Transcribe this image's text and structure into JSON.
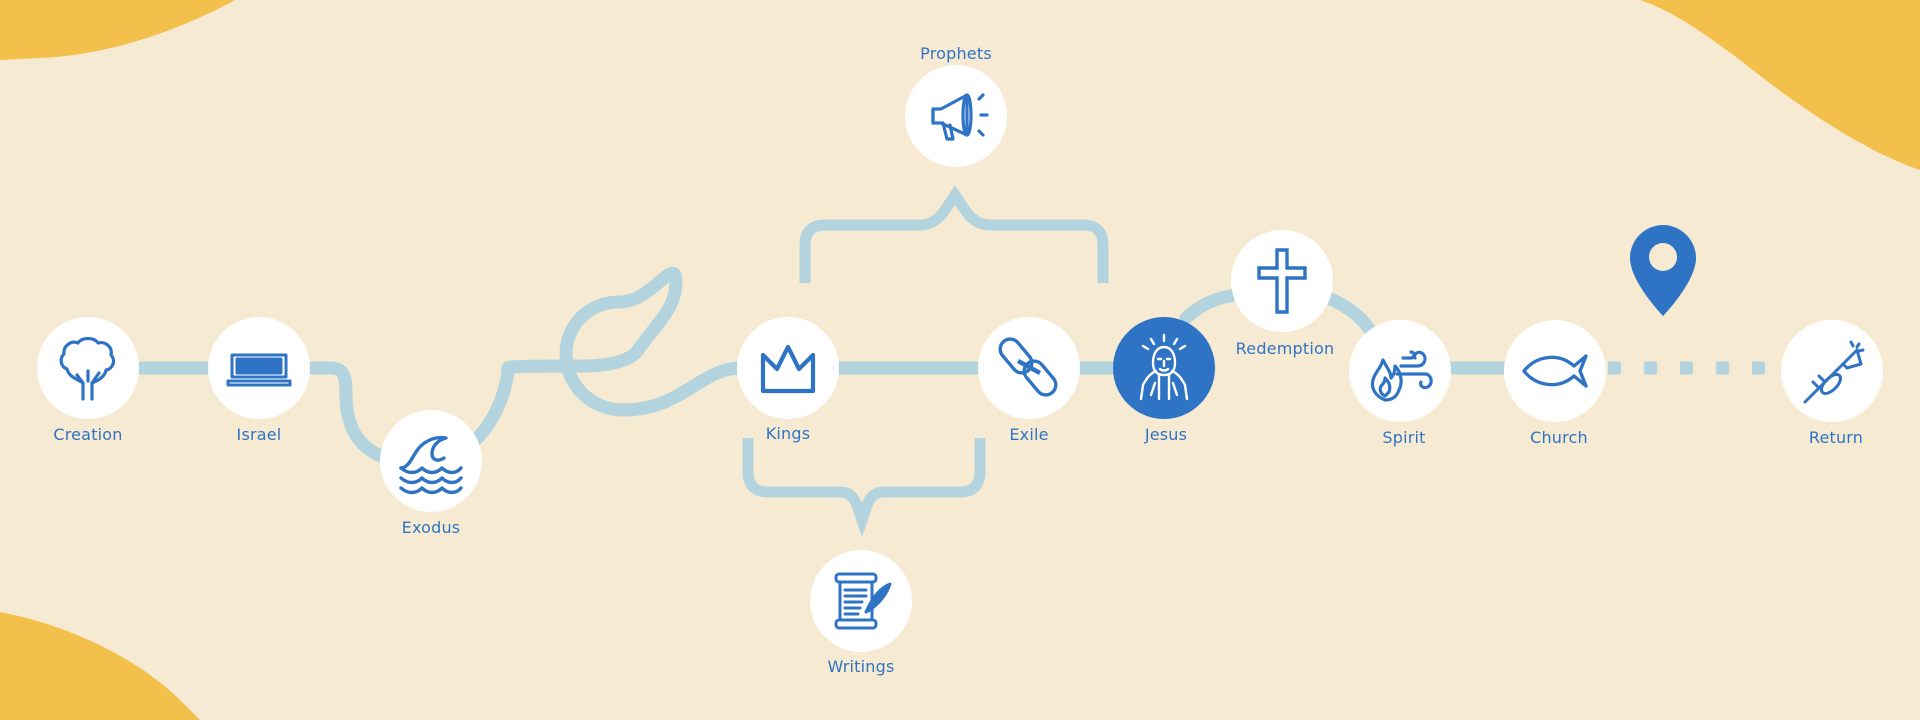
{
  "nodes": {
    "creation": {
      "label": "Creation",
      "icon": "tree-icon"
    },
    "israel": {
      "label": "Israel",
      "icon": "temple-icon"
    },
    "exodus": {
      "label": "Exodus",
      "icon": "waves-icon"
    },
    "kings": {
      "label": "Kings",
      "icon": "crown-icon"
    },
    "prophets": {
      "label": "Prophets",
      "icon": "megaphone-icon"
    },
    "writings": {
      "label": "Writings",
      "icon": "scroll-quill-icon"
    },
    "exile": {
      "label": "Exile",
      "icon": "chain-link-icon"
    },
    "jesus": {
      "label": "Jesus",
      "icon": "jesus-figure-icon"
    },
    "redemption": {
      "label": "Redemption",
      "icon": "cross-icon"
    },
    "spirit": {
      "label": "Spirit",
      "icon": "fire-wind-icon"
    },
    "church": {
      "label": "Church",
      "icon": "fish-icon"
    },
    "return": {
      "label": "Return",
      "icon": "trumpet-icon"
    }
  },
  "colors": {
    "background": "#f6ebd2",
    "accent_yellow": "#f4c04c",
    "path": "#b3d4de",
    "icon_blue": "#2f74c4",
    "node_fill": "#ffffff"
  },
  "markers": {
    "current_position": "map-pin-icon"
  }
}
